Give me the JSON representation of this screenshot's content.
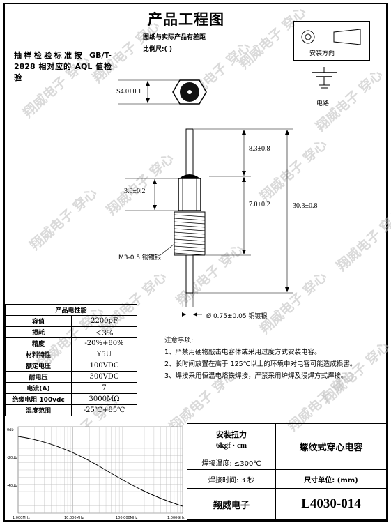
{
  "header": {
    "title": "产品工程图",
    "note_line1": "图纸与实际产品有差距",
    "note_line2": "比例尺:(          )",
    "standard": "抽样检验标准按 GB/T-2828 相对应的 AQL 值检验"
  },
  "symbols": {
    "install_direction_label": "安装方向",
    "circuit_label": "电路"
  },
  "dimensions": {
    "hex_size": "S4.0±0.1",
    "top_pin_length": "8.3±0.8",
    "hex_height": "3.0±0.2",
    "body_length": "7.0±0.2",
    "total_length": "30.3±0.8",
    "thread": "M3-0.5 铜镀银",
    "pin_diameter": "Ø 0.75±0.05 铜镀银"
  },
  "spec_table": {
    "header": "产品电性能",
    "rows": [
      {
        "key": "容值",
        "value": "2200pF"
      },
      {
        "key": "损耗",
        "value": "＜3%"
      },
      {
        "key": "精度",
        "value": "-20%+80%"
      },
      {
        "key": "材料特性",
        "value": "Y5U"
      },
      {
        "key": "额定电压",
        "value": "100VDC"
      },
      {
        "key": "耐电压",
        "value": "300VDC"
      },
      {
        "key": "电流(A)",
        "value": "7"
      },
      {
        "key": "绝缘电阻 100vdc",
        "value": "3000MΩ"
      },
      {
        "key": "温度范围",
        "value": "-25℃+85℃"
      }
    ]
  },
  "notes": {
    "heading": "注意事项:",
    "items": [
      "1、严禁用硬物敲击电容体或采用过度方式安装电容。",
      "2、长时间放置在高于 125℃以上的环境中对电容可能造成损害。",
      "3、焊接采用恒温电烙铁焊接，严禁采用炉焊及浸焊方式焊接。"
    ]
  },
  "chart": {
    "y_ticks": [
      "0db",
      "-20db",
      "-40db"
    ],
    "x_ticks": [
      "1.000MHz",
      "10.000MHz",
      "100.000MHz",
      "1.000GHz"
    ]
  },
  "title_block": {
    "torque_label": "安装扭力",
    "torque_value": "6kgf · cm",
    "solder_temp": "焊接温度: ≤300℃",
    "solder_time": "焊接时间: 3 秒",
    "product_name": "螺纹式穿心电容",
    "unit": "尺寸单位: (mm)",
    "company": "翔威电子",
    "part_number": "L4030-014"
  },
  "watermark": "翔威电子 穿心"
}
